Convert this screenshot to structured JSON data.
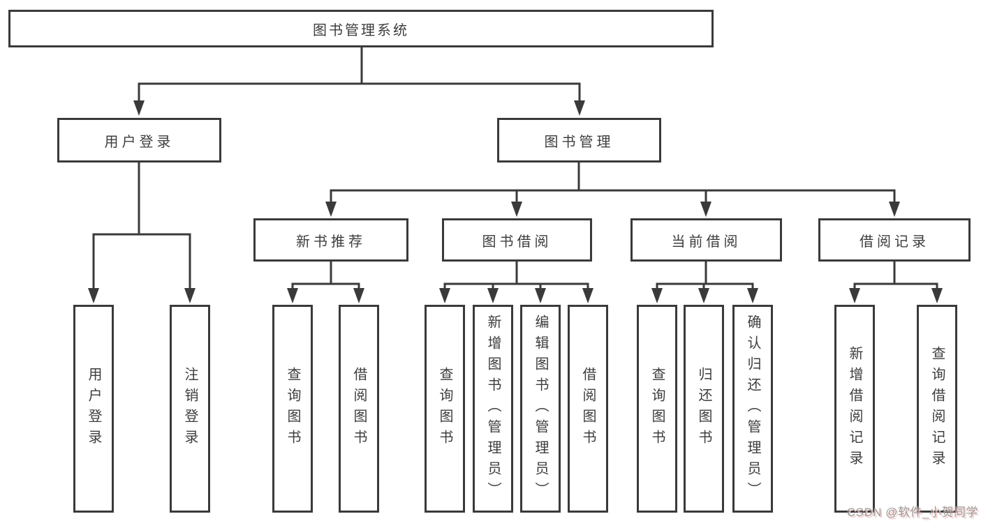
{
  "title": "图书管理系统",
  "nodes": {
    "root": "图书管理系统",
    "user_login": "用户登录",
    "book_mgmt": "图书管理",
    "new_book_rec": "新书推荐",
    "book_borrow": "图书借阅",
    "current_borrow": "当前借阅",
    "borrow_records": "借阅记录",
    "user_login_leaf": "用户登录",
    "logout_leaf": "注销登录",
    "nbr_query_books": "查询图书",
    "nbr_borrow_books": "借阅图书",
    "bb_query_books": "查询图书",
    "bb_add_books": "新增图书（管理员）",
    "bb_edit_books": "编辑图书（管理员）",
    "bb_borrow_books": "借阅图书",
    "cb_query_books": "查询图书",
    "cb_return_books": "归还图书",
    "cb_confirm_return": "确认归还（管理员）",
    "br_add_record": "新增借阅记录",
    "br_query_record": "查询借阅记录"
  },
  "watermark": "CSDN @软件_小贺同学",
  "colors": {
    "line": "#3a3a3a",
    "text": "#3d3d3d",
    "background": "#ffffff",
    "watermark": "#9b9b9b",
    "watermark_shadow": "#f7c9c4"
  }
}
